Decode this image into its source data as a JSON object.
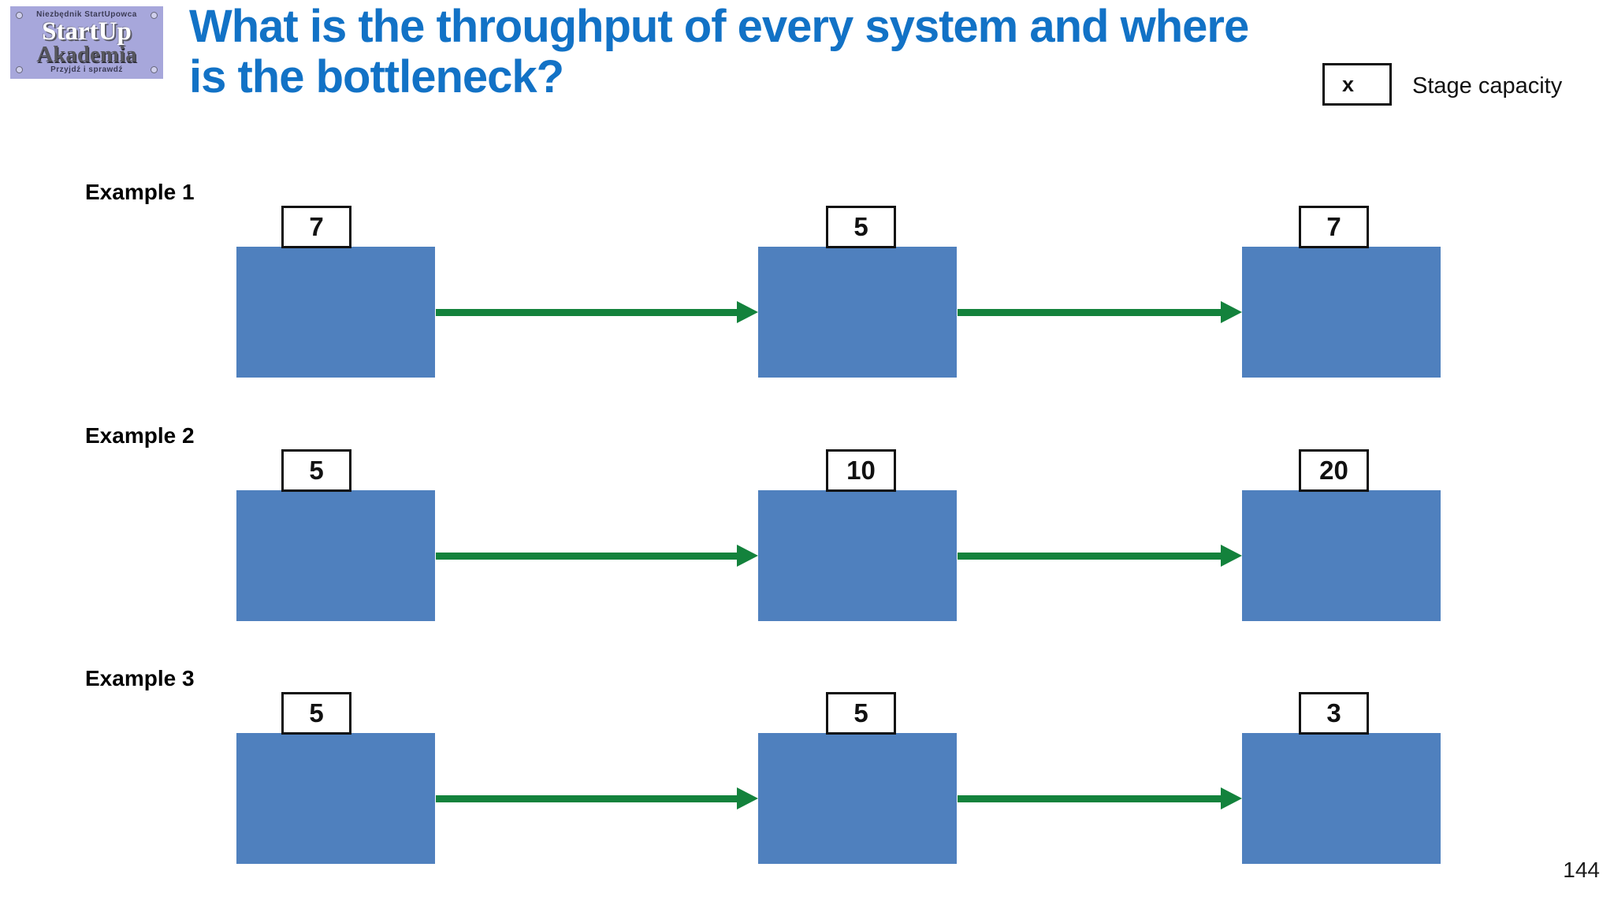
{
  "slide": {
    "title_lines": [
      "What is the throughput of every system and where",
      "is the bottleneck?"
    ],
    "page_number": "144"
  },
  "logo": {
    "tagline_top": "Niezbędnik StartUpowca",
    "name_line1": "StartUp",
    "name_line2": "Akademia",
    "tagline_bottom": "Przyjdź i sprawdź"
  },
  "legend": {
    "symbol": "x",
    "label": "Stage capacity"
  },
  "colors": {
    "title_blue": "#1272C6",
    "stage_fill": "#4F80BE",
    "arrow_green": "#13823C",
    "logo_background": "#A7A7DB"
  },
  "examples": [
    {
      "label": "Example 1",
      "capacities": [
        "7",
        "5",
        "7"
      ]
    },
    {
      "label": "Example 2",
      "capacities": [
        "5",
        "10",
        "20"
      ]
    },
    {
      "label": "Example 3",
      "capacities": [
        "5",
        "5",
        "3"
      ]
    }
  ]
}
